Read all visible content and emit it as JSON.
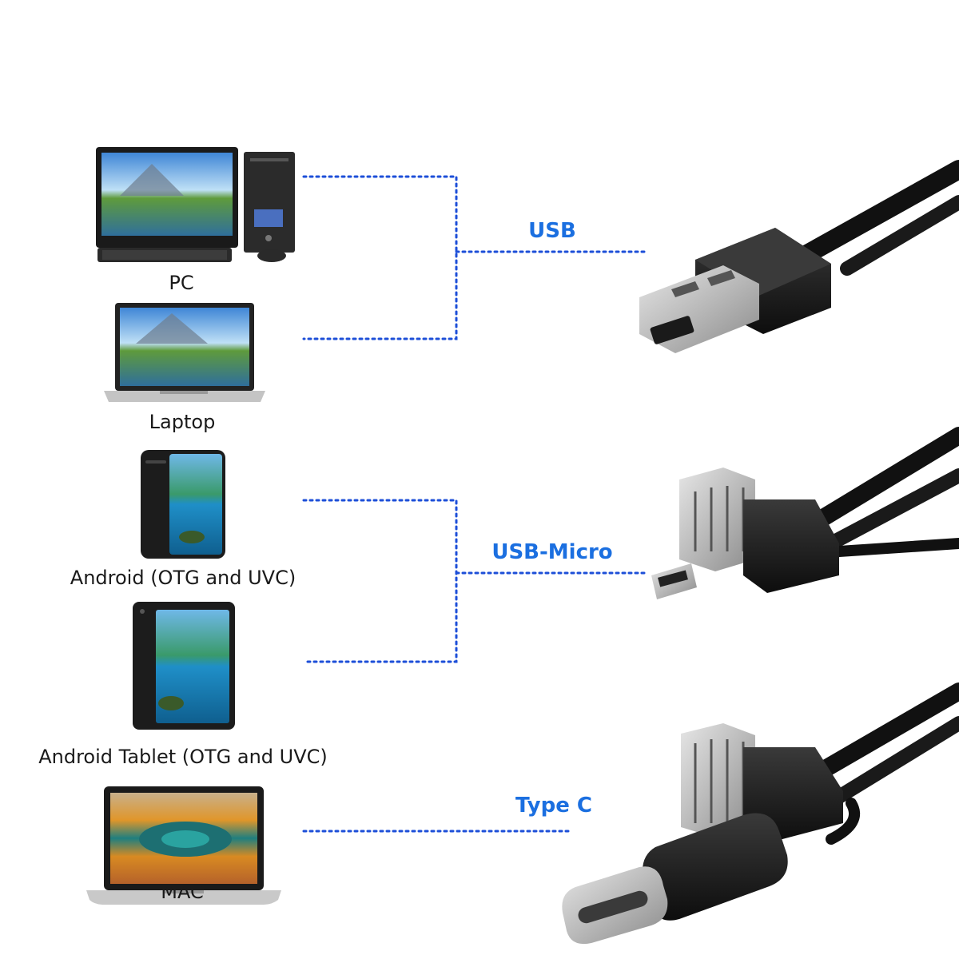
{
  "devices": {
    "pc": "PC",
    "laptop": "Laptop",
    "android": "Android (OTG and UVC)",
    "tablet": "Android Tablet (OTG and UVC)",
    "mac": "MAC"
  },
  "connectors": {
    "usb": "USB",
    "micro": "USB-Micro",
    "typec": "Type C"
  },
  "colors": {
    "link_line": "#1d4fd8",
    "connector_label": "#1b6fe0",
    "caption": "#1a1a1a"
  }
}
